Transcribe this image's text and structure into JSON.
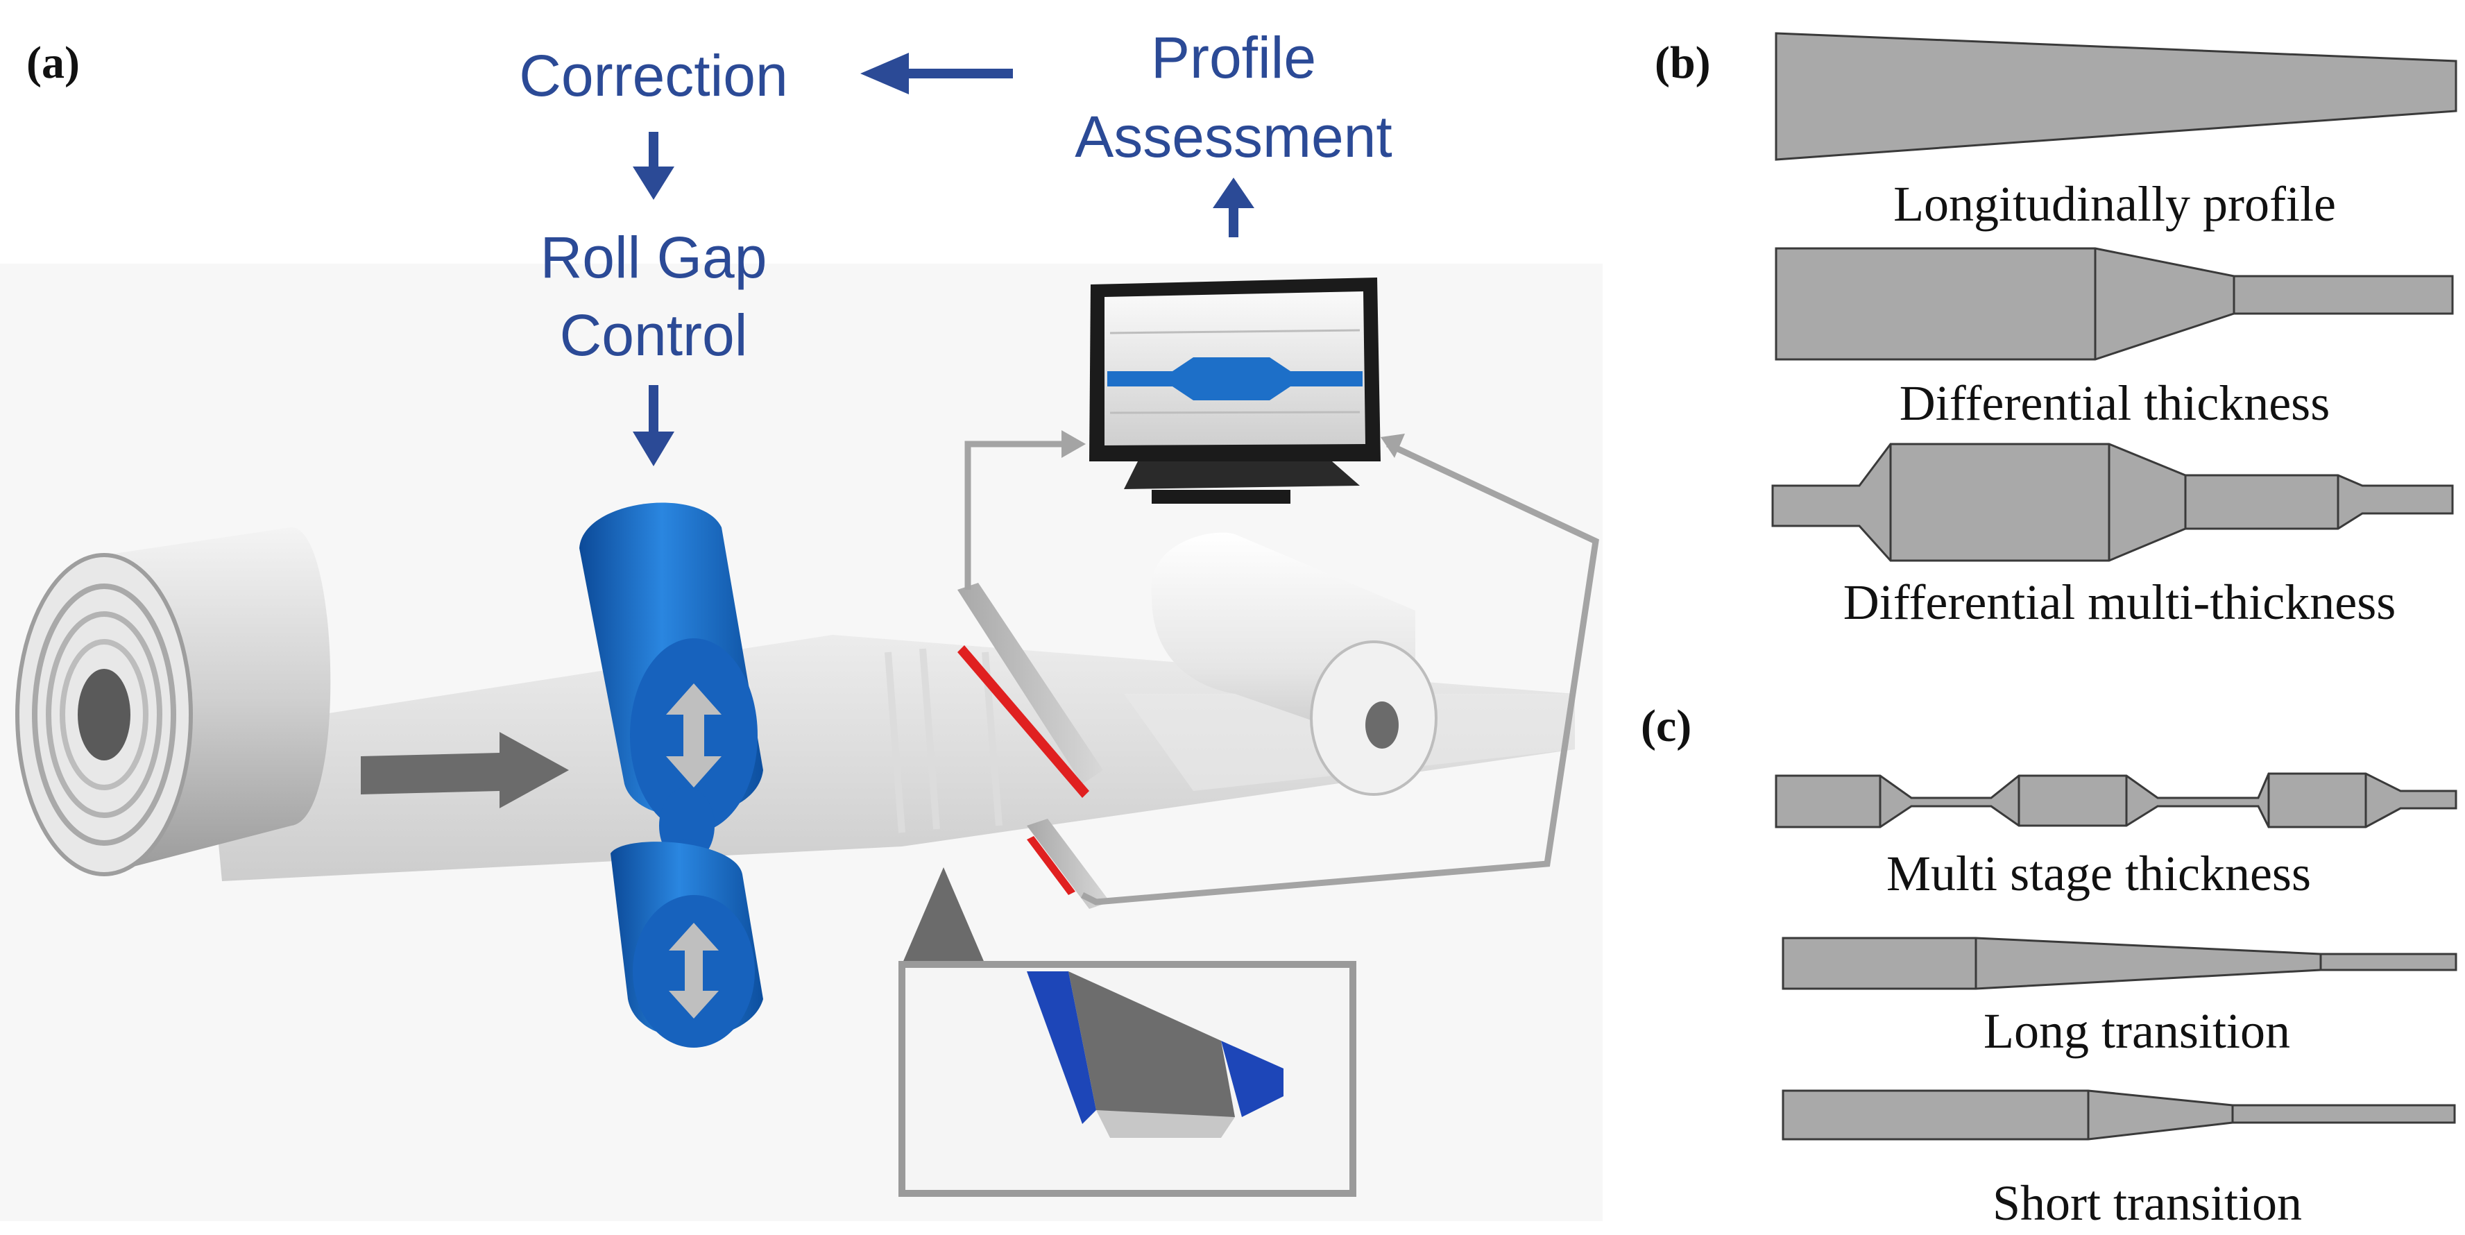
{
  "panel_a": {
    "label": "(a)",
    "steps": {
      "correction": "Correction",
      "profile_line1": "Profile",
      "profile_line2": "Assessment",
      "rollgap_line1": "Roll Gap",
      "rollgap_line2": "Control"
    }
  },
  "panel_b": {
    "label": "(b)",
    "captions": [
      "Longitudinally profile",
      "Differential thickness",
      "Differential multi-thickness"
    ]
  },
  "panel_c": {
    "label": "(c)",
    "captions": [
      "Multi stage thickness",
      "Long transition",
      "Short transition"
    ]
  },
  "colors": {
    "flow_text": "#2b4a96",
    "roll_blue": "#1a66c0",
    "sensor_red": "#e0202a",
    "profile_fill": "#a9a9a9",
    "profile_stroke": "#3a3a3a"
  }
}
